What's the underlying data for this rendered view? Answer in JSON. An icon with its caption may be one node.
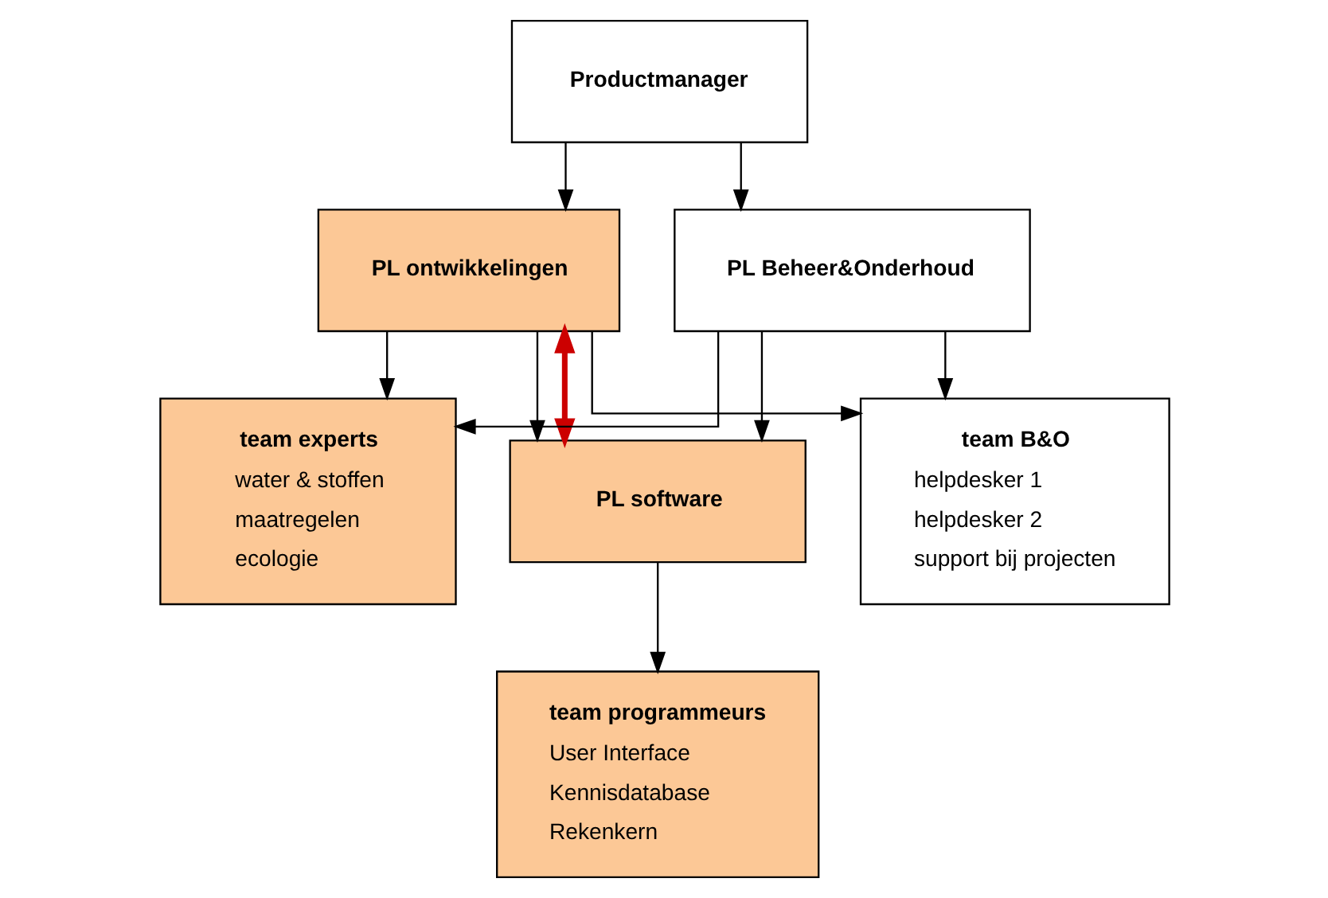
{
  "diagram": {
    "nodes": [
      {
        "text": [
          "Productmanager"
        ]
      },
      {
        "text": [
          "PL ontwikkelingen"
        ]
      },
      {
        "text": [
          "PL Beheer&Onderhoud"
        ]
      },
      {
        "text": [
          "team experts",
          "water & stoffen",
          "maatregelen",
          "ecologie"
        ]
      },
      {
        "text": [
          "PL software"
        ]
      },
      {
        "text": [
          "team B&O",
          "helpdesker 1",
          "helpdesker 2",
          "support bij projecten"
        ]
      },
      {
        "text": [
          "team programmeurs",
          "User Interface",
          "Kennisdatabase",
          "Rekenkern"
        ]
      }
    ],
    "edges": [
      {
        "from": 0,
        "to": 1,
        "arrow": "to"
      },
      {
        "from": 0,
        "to": 2,
        "arrow": "to"
      },
      {
        "from": 1,
        "to": 3,
        "arrow": "to"
      },
      {
        "from": 1,
        "to": 4,
        "arrow": "to"
      },
      {
        "from": 1,
        "to": 5,
        "arrow": "to"
      },
      {
        "from": 2,
        "to": 3,
        "arrow": "to"
      },
      {
        "from": 2,
        "to": 4,
        "arrow": "to"
      },
      {
        "from": 2,
        "to": 5,
        "arrow": "to"
      },
      {
        "from": 4,
        "to": 6,
        "arrow": "to"
      },
      {
        "from": 1,
        "to": 4,
        "arrow": "both",
        "style": "thick",
        "color": "#cc0000"
      }
    ]
  }
}
